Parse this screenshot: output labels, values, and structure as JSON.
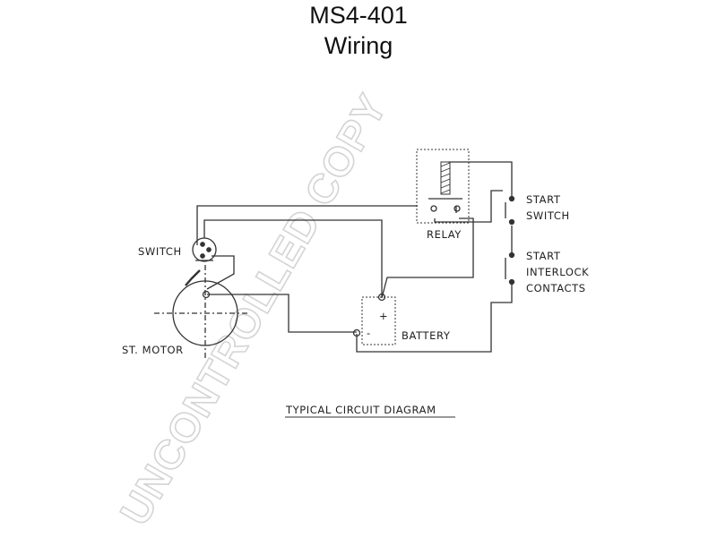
{
  "header": {
    "model": "MS4-401",
    "subtitle": "Wiring"
  },
  "labels": {
    "switch": "SWITCH",
    "st_motor": "ST. MOTOR",
    "relay": "RELAY",
    "battery": "BATTERY",
    "battery_plus": "+",
    "battery_minus": "-",
    "start_switch_1": "START",
    "start_switch_2": "SWITCH",
    "interlock_1": "START",
    "interlock_2": "INTERLOCK",
    "interlock_3": "CONTACTS",
    "caption": "TYPICAL CIRCUIT DIAGRAM"
  },
  "watermark": {
    "text": "UNCONTROLLED COPY"
  },
  "colors": {
    "line": "#333333",
    "watermark": "#d4d4d4"
  }
}
